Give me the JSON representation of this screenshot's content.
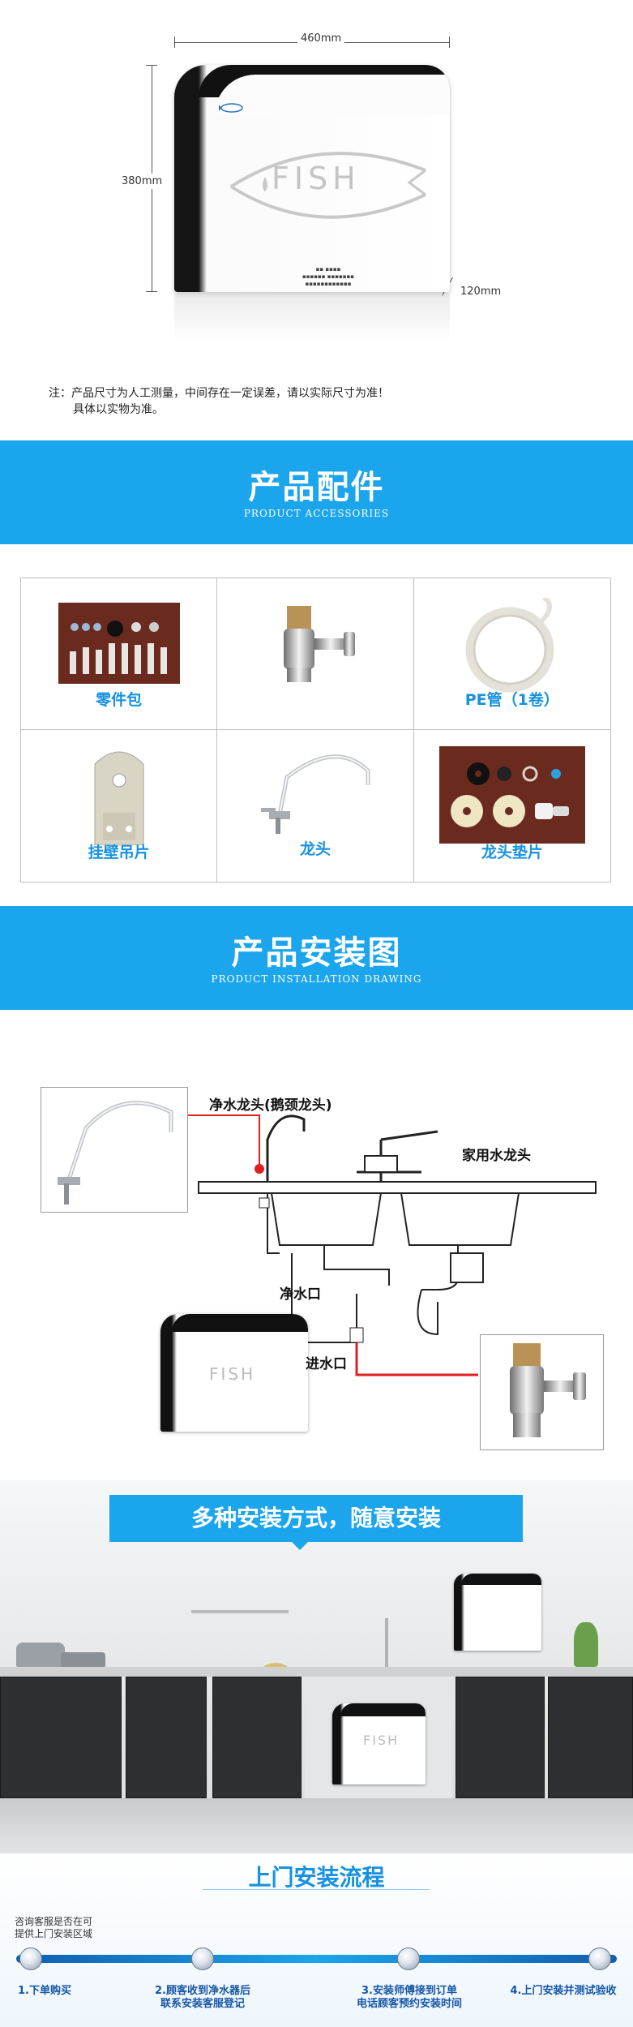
{
  "dimensions": {
    "width": "460mm",
    "height": "380mm",
    "depth": "120mm"
  },
  "brand": {
    "logo_text": "FISH"
  },
  "note": {
    "line1": "注：产品尺寸为人工测量，中间存在一定误差，请以实际尺寸为准！",
    "line2": "具体以实物为准。"
  },
  "accessories_header": {
    "title": "产品配件",
    "subtitle": "PRODUCT ACCESSORIES"
  },
  "accessories": [
    {
      "label": "零件包",
      "icon": "parts-kit-icon"
    },
    {
      "label": "",
      "icon": "valve-connector-icon"
    },
    {
      "label": "PE管（1卷）",
      "icon": "pe-tube-icon"
    },
    {
      "label": "挂壁吊片",
      "icon": "wall-bracket-icon"
    },
    {
      "label": "龙头",
      "icon": "faucet-icon"
    },
    {
      "label": "龙头垫片",
      "icon": "faucet-gasket-icon"
    }
  ],
  "installation_header": {
    "title": "产品安装图",
    "subtitle": "PRODUCT INSTALLATION DRAWING"
  },
  "installation": {
    "pure_faucet": "净水龙头(鹅颈龙头)",
    "home_faucet": "家用水龙头",
    "outlet": "净水口",
    "inlet": "进水口"
  },
  "kitchen": {
    "banner": "多种安装方式，随意安装"
  },
  "process": {
    "title": "上门安装流程",
    "note_line1": "咨询客服是否在可",
    "note_line2": "提供上门安装区域",
    "steps": [
      {
        "line1": "1.下单购买",
        "line2": ""
      },
      {
        "line1": "2.顾客收到净水器后",
        "line2": "联系安装客服登记"
      },
      {
        "line1": "3.安装师傅接到订单",
        "line2": "电话顾客预约安装时间"
      },
      {
        "line1": "4.上门安装并测试验收",
        "line2": ""
      }
    ]
  },
  "colors": {
    "band_blue": "#1ba5ec",
    "caption_blue": "#1792e0",
    "pipe_red": "#e02020"
  }
}
